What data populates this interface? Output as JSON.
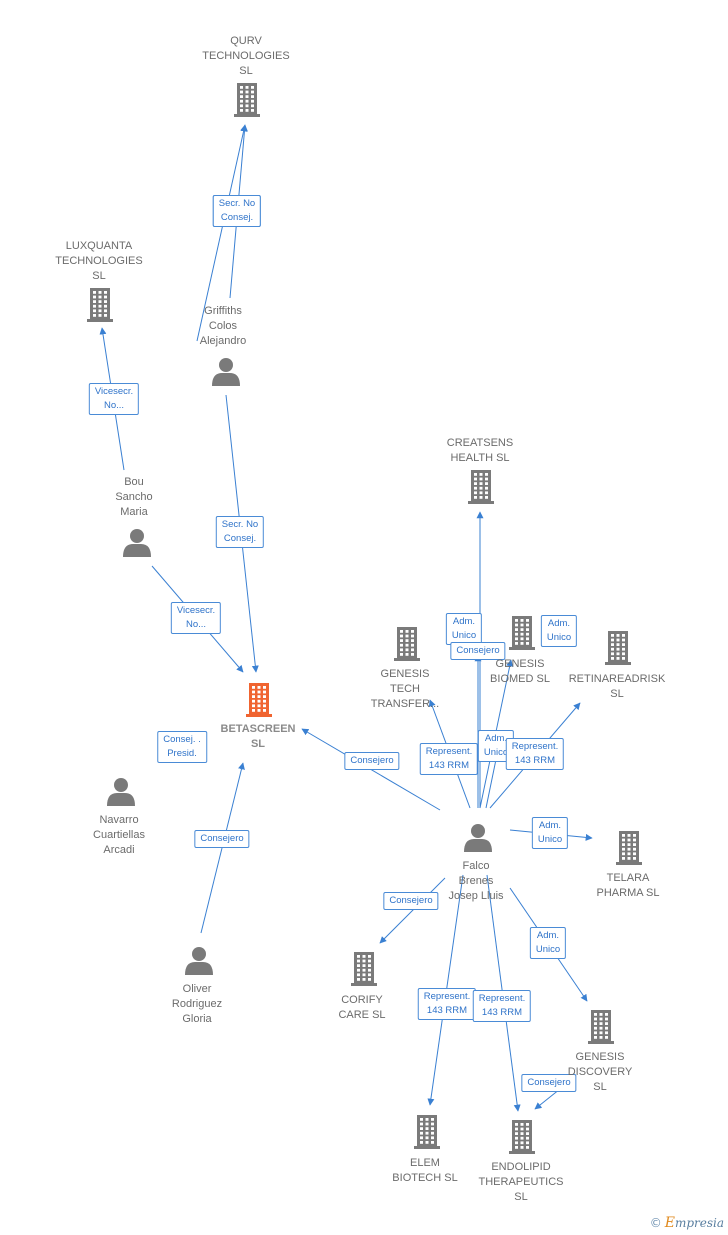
{
  "nodes": [
    {
      "id": "qurv",
      "type": "company",
      "label": "QURV\nTECHNOLOGIES\nSL",
      "color": "#7a7a7a"
    },
    {
      "id": "luxquanta",
      "type": "company",
      "label": "LUXQUANTA\nTECHNOLOGIES\nSL",
      "color": "#7a7a7a"
    },
    {
      "id": "griffiths",
      "type": "person",
      "label": "Griffiths\nColos\nAlejandro",
      "color": "#7a7a7a"
    },
    {
      "id": "bou",
      "type": "person",
      "label": "Bou\nSancho\nMaria",
      "color": "#7a7a7a"
    },
    {
      "id": "betascreen",
      "type": "company",
      "label": "BETASCREEN\nSL",
      "color": "#f06430",
      "main": true
    },
    {
      "id": "navarro",
      "type": "person",
      "label": "Navarro\nCuartiellas\nArcadi",
      "color": "#7a7a7a"
    },
    {
      "id": "oliver",
      "type": "person",
      "label": "Oliver\nRodriguez\nGloria",
      "color": "#7a7a7a"
    },
    {
      "id": "creatsens",
      "type": "company",
      "label": "CREATSENS\nHEALTH SL",
      "color": "#7a7a7a"
    },
    {
      "id": "genesistech",
      "type": "company",
      "label": "GENESIS\nTECH\nTRANSFER...",
      "color": "#7a7a7a"
    },
    {
      "id": "genesisbiomed",
      "type": "company",
      "label": "GENESIS\nBIOMED SL",
      "color": "#7a7a7a"
    },
    {
      "id": "retinareadrisk",
      "type": "company",
      "label": "RETINAREADRISK\nSL",
      "color": "#7a7a7a"
    },
    {
      "id": "falco",
      "type": "person",
      "label": "Falco\nBrenes\nJosep Lluis",
      "color": "#7a7a7a"
    },
    {
      "id": "telara",
      "type": "company",
      "label": "TELARA\nPHARMA SL",
      "color": "#7a7a7a"
    },
    {
      "id": "corify",
      "type": "company",
      "label": "CORIFY\nCARE SL",
      "color": "#7a7a7a"
    },
    {
      "id": "genesisdiscovery",
      "type": "company",
      "label": "GENESIS\nDISCOVERY\nSL",
      "color": "#7a7a7a"
    },
    {
      "id": "elem",
      "type": "company",
      "label": "ELEM\nBIOTECH SL",
      "color": "#7a7a7a"
    },
    {
      "id": "endolipid",
      "type": "company",
      "label": "ENDOLIPID\nTHERAPEUTICS\nSL",
      "color": "#7a7a7a"
    }
  ],
  "edges": [
    {
      "label": "Secr. No\nConsej."
    },
    {
      "label": "Secr. No\nConsej."
    },
    {
      "label": "Vicesecr.\nNo..."
    },
    {
      "label": "Secr. No\nConsej."
    },
    {
      "label": "Vicesecr.\nNo..."
    },
    {
      "label": "Consej. .\nPresid."
    },
    {
      "label": "Consejero"
    },
    {
      "label": "Consejero"
    },
    {
      "label": "Adm.\nUnico"
    },
    {
      "label": "Consejero"
    },
    {
      "label": "Adm.\nUnico"
    },
    {
      "label": "Represent.\n143 RRM"
    },
    {
      "label": "Adm.\nUnico"
    },
    {
      "label": "Represent.\n143 RRM"
    },
    {
      "label": "Adm.\nUnico"
    },
    {
      "label": "Consejero"
    },
    {
      "label": "Adm.\nUnico"
    },
    {
      "label": "Represent.\n143 RRM"
    },
    {
      "label": "Represent.\n143 RRM"
    },
    {
      "label": "Consejero"
    }
  ],
  "colors": {
    "edge": "#3a80d2",
    "edge_label_text": "#2f73c9",
    "icon": "#7a7a7a",
    "main_icon": "#f06430"
  },
  "watermark": {
    "symbol": "©",
    "initial": "E",
    "rest": "mpresia"
  }
}
